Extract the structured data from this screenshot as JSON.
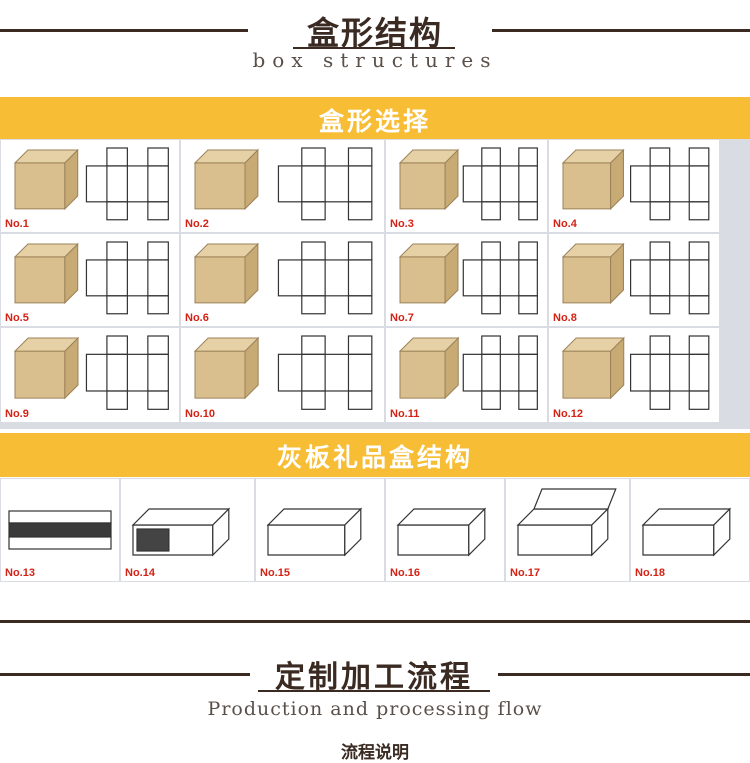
{
  "header": {
    "title_cn": "盒形结构",
    "title_en": "box structures"
  },
  "sections": [
    {
      "label": "盒形选择"
    },
    {
      "label": "灰板礼品盒结构"
    }
  ],
  "boxes": [
    "No.1",
    "No.2",
    "No.3",
    "No.4",
    "No.5",
    "No.6",
    "No.7",
    "No.8",
    "No.9",
    "No.10",
    "No.11",
    "No.12",
    "No.13",
    "No.14",
    "No.15",
    "No.16",
    "No.17",
    "No.18"
  ],
  "footer": {
    "title_cn": "定制加工流程",
    "title_en": "Production and processing flow",
    "partial_label": "流程说明"
  },
  "colors": {
    "band": "#f7bd34",
    "label_red": "#d42215",
    "dark_line": "#3a2a22",
    "kraft": "#d9bf8e"
  }
}
